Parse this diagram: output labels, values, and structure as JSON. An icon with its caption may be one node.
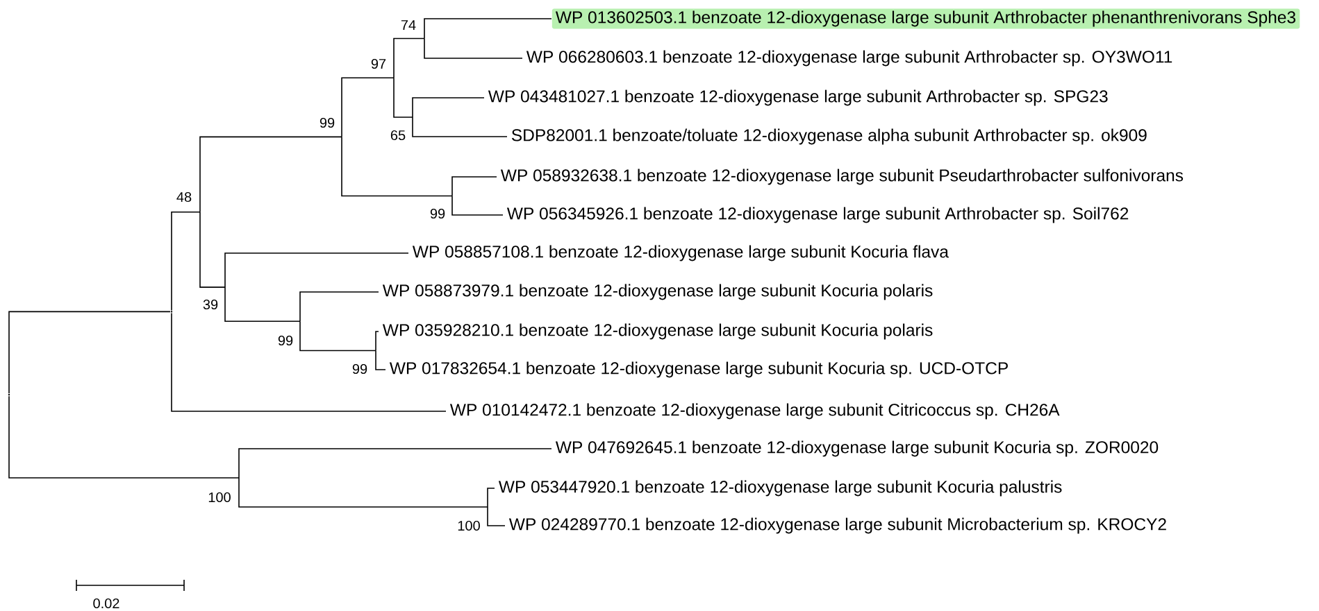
{
  "diagram": {
    "nodes": [
      {
        "text": [
          "WP 013602503.1 benzoate 12-dioxygenase large subunit Arthrobacter phenanthrenivorans Sphe3"
        ]
      },
      {
        "text": [
          "WP 066280603.1 benzoate 12-dioxygenase large subunit Arthrobacter sp. OY3WO11"
        ]
      },
      {
        "text": [
          "WP 043481027.1 benzoate 12-dioxygenase large subunit Arthrobacter sp. SPG23"
        ]
      },
      {
        "text": [
          "SDP82001.1 benzoate/toluate 12-dioxygenase alpha subunit Arthrobacter sp. ok909"
        ]
      },
      {
        "text": [
          "WP 058932638.1 benzoate 12-dioxygenase large subunit Pseudarthrobacter sulfonivorans"
        ]
      },
      {
        "text": [
          "WP 056345926.1 benzoate 12-dioxygenase large subunit Arthrobacter sp. Soil762"
        ]
      },
      {
        "text": [
          "WP 058857108.1 benzoate 12-dioxygenase large subunit Kocuria flava"
        ]
      },
      {
        "text": [
          "WP 058873979.1 benzoate 12-dioxygenase large subunit Kocuria polaris"
        ]
      },
      {
        "text": [
          "WP 035928210.1 benzoate 12-dioxygenase large subunit Kocuria polaris"
        ]
      },
      {
        "text": [
          "WP 017832654.1 benzoate 12-dioxygenase large subunit Kocuria sp. UCD-OTCP"
        ]
      },
      {
        "text": [
          "WP 010142472.1 benzoate 12-dioxygenase large subunit Citricoccus sp. CH26A"
        ]
      },
      {
        "text": [
          "WP 047692645.1 benzoate 12-dioxygenase large subunit Kocuria sp. ZOR0020"
        ]
      },
      {
        "text": [
          "WP 053447920.1 benzoate 12-dioxygenase large subunit Kocuria palustris"
        ]
      },
      {
        "text": [
          "WP 024289770.1 benzoate 12-dioxygenase large subunit Microbacterium sp. KROCY2"
        ]
      },
      {
        "text": [
          "74"
        ]
      },
      {
        "text": [
          "97"
        ]
      },
      {
        "text": [
          "65"
        ]
      },
      {
        "text": [
          "99"
        ]
      },
      {
        "text": [
          "99"
        ]
      },
      {
        "text": [
          "48"
        ]
      },
      {
        "text": [
          "39"
        ]
      },
      {
        "text": [
          "99"
        ]
      },
      {
        "text": [
          "99"
        ]
      },
      {
        "text": [],
        "shape": "point"
      },
      {
        "text": [],
        "shape": "point"
      },
      {
        "text": [
          "100"
        ]
      },
      {
        "text": [
          "100"
        ]
      }
    ],
    "edges": [
      {
        "from": 14,
        "to": 0,
        "arrow": "none"
      },
      {
        "from": 14,
        "to": 1,
        "arrow": "none"
      },
      {
        "from": 15,
        "to": 14,
        "arrow": "none"
      },
      {
        "from": 15,
        "to": 16,
        "arrow": "none"
      },
      {
        "from": 16,
        "to": 2,
        "arrow": "none"
      },
      {
        "from": 16,
        "to": 3,
        "arrow": "none"
      },
      {
        "from": 17,
        "to": 15,
        "arrow": "none"
      },
      {
        "from": 17,
        "to": 18,
        "arrow": "none"
      },
      {
        "from": 18,
        "to": 4,
        "arrow": "none"
      },
      {
        "from": 18,
        "to": 5,
        "arrow": "none"
      },
      {
        "from": 19,
        "to": 17,
        "arrow": "none"
      },
      {
        "from": 19,
        "to": 20,
        "arrow": "none"
      },
      {
        "from": 20,
        "to": 6,
        "arrow": "none"
      },
      {
        "from": 20,
        "to": 21,
        "arrow": "none"
      },
      {
        "from": 21,
        "to": 7,
        "arrow": "none"
      },
      {
        "from": 21,
        "to": 22,
        "arrow": "none"
      },
      {
        "from": 22,
        "to": 8,
        "arrow": "none"
      },
      {
        "from": 22,
        "to": 9,
        "arrow": "none"
      },
      {
        "from": 23,
        "to": 19,
        "arrow": "none"
      },
      {
        "from": 23,
        "to": 10,
        "arrow": "none"
      },
      {
        "from": 24,
        "to": 23,
        "arrow": "none"
      },
      {
        "from": 24,
        "to": 25,
        "arrow": "none"
      },
      {
        "from": 25,
        "to": 11,
        "arrow": "none"
      },
      {
        "from": 25,
        "to": 26,
        "arrow": "none"
      },
      {
        "from": 26,
        "to": 12,
        "arrow": "none"
      },
      {
        "from": 26,
        "to": 13,
        "arrow": "none"
      }
    ],
    "labels": [
      "0.02"
    ]
  }
}
